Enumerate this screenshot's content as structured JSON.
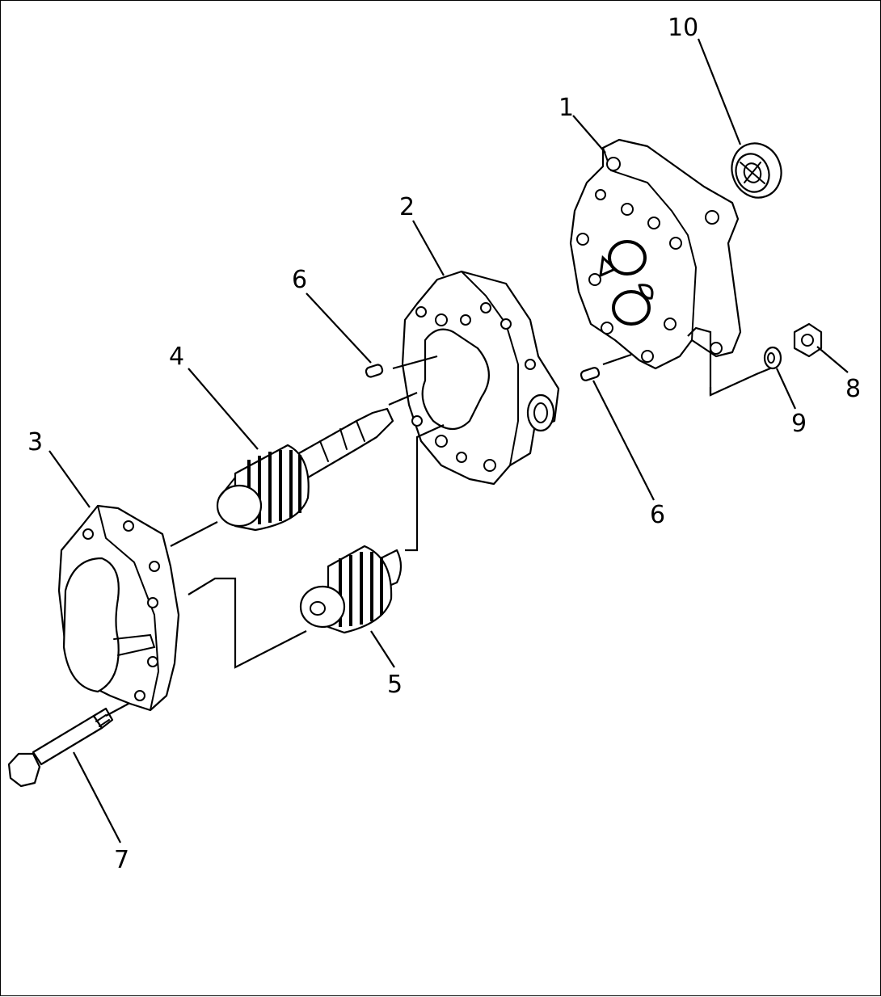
{
  "diagram": {
    "callouts": [
      {
        "id": "1",
        "label": "1"
      },
      {
        "id": "2",
        "label": "2"
      },
      {
        "id": "3",
        "label": "3"
      },
      {
        "id": "4",
        "label": "4"
      },
      {
        "id": "5",
        "label": "5"
      },
      {
        "id": "6a",
        "label": "6"
      },
      {
        "id": "6b",
        "label": "6"
      },
      {
        "id": "7",
        "label": "7"
      },
      {
        "id": "8",
        "label": "8"
      },
      {
        "id": "9",
        "label": "9"
      },
      {
        "id": "10",
        "label": "10"
      }
    ]
  }
}
